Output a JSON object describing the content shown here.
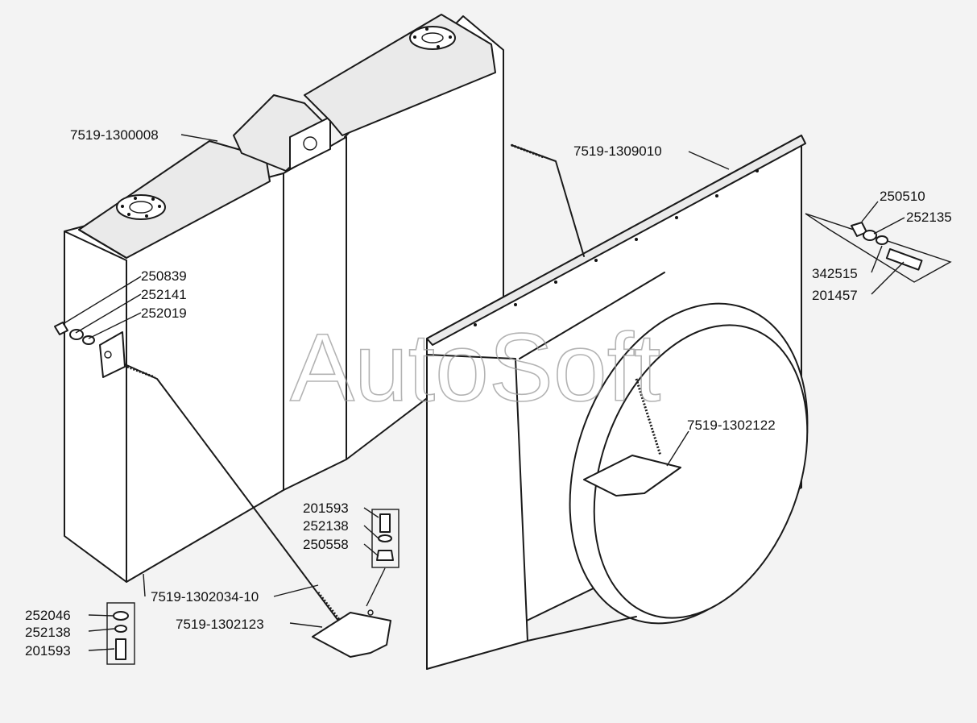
{
  "watermark": "AutoSoft",
  "labels": {
    "radiator": "7519-1300008",
    "shroud": "7519-1309010",
    "shroud_bracket": "7519-1302122",
    "rod": "7519-1302034-10",
    "rod_bracket": "7519-1302123",
    "top_nut": "250510",
    "top_washer": "252135",
    "top_lockwasher": "342515",
    "top_bolt": "201457",
    "left_nut": "250839",
    "left_lockwasher": "252141",
    "left_washer": "252019",
    "mid_bolt": "201593",
    "mid_lockwasher": "252138",
    "mid_nut": "250558",
    "low_washer": "252046",
    "low_lockwasher": "252138",
    "low_bolt": "201593"
  }
}
